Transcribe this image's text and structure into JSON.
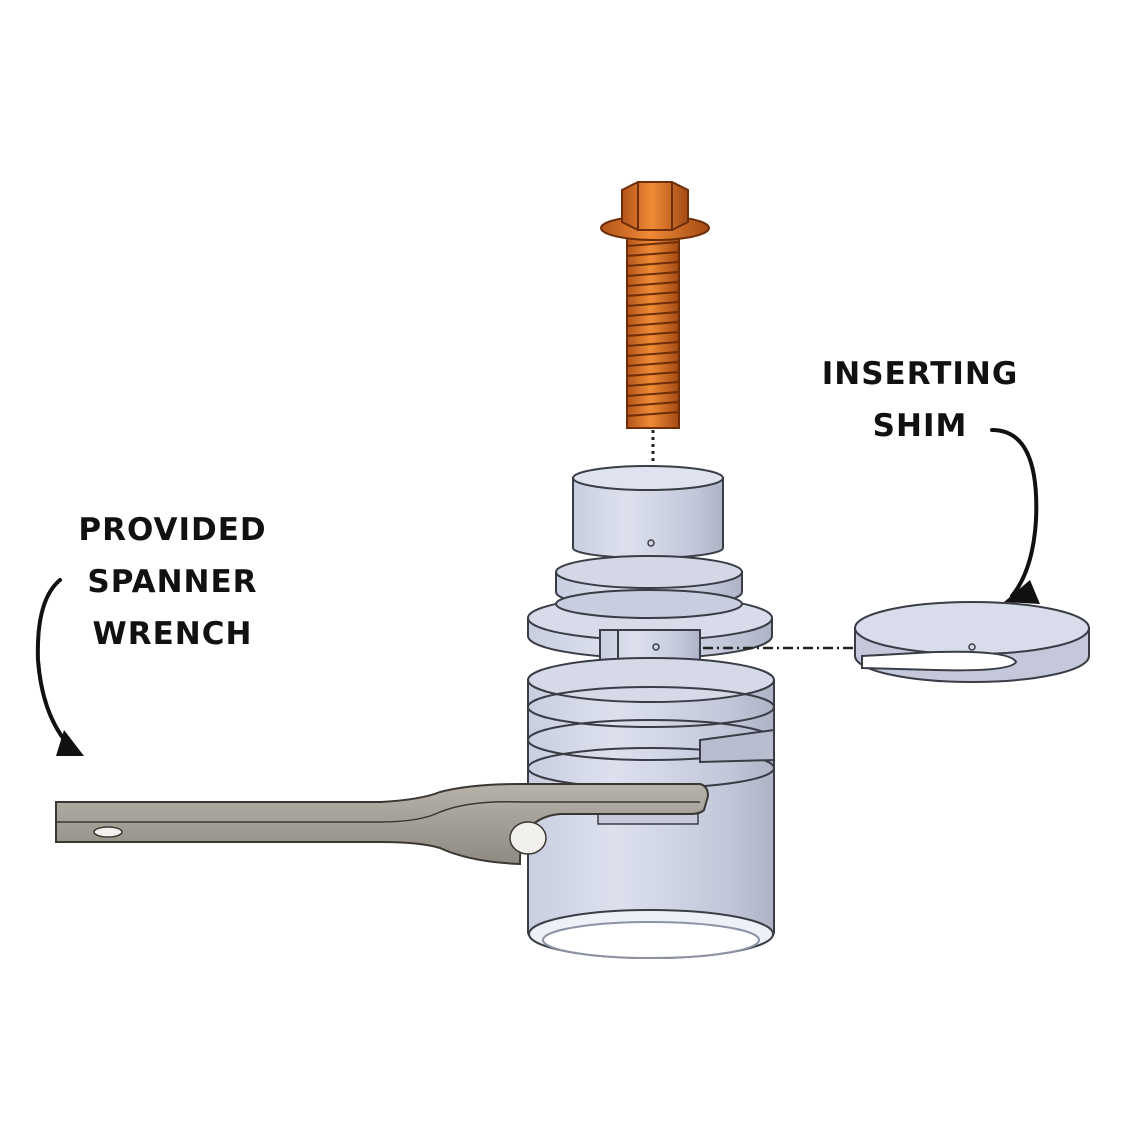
{
  "labels": {
    "shim": {
      "line1": "INSERTING",
      "line2": "SHIM"
    },
    "wrench": {
      "line1": "PROVIDED",
      "line2": "SPANNER",
      "line3": "WRENCH"
    }
  },
  "colors": {
    "background": "#ffffff",
    "metal_light": "#d6dae9",
    "metal_mid": "#bfc4d8",
    "metal_dark": "#9da3b8",
    "outline": "#3a3d45",
    "bolt": "#e07a2a",
    "bolt_dark": "#8a3f10",
    "wrench": "#a8a39b",
    "wrench_dark": "#6f6a62",
    "text": "#111111"
  }
}
